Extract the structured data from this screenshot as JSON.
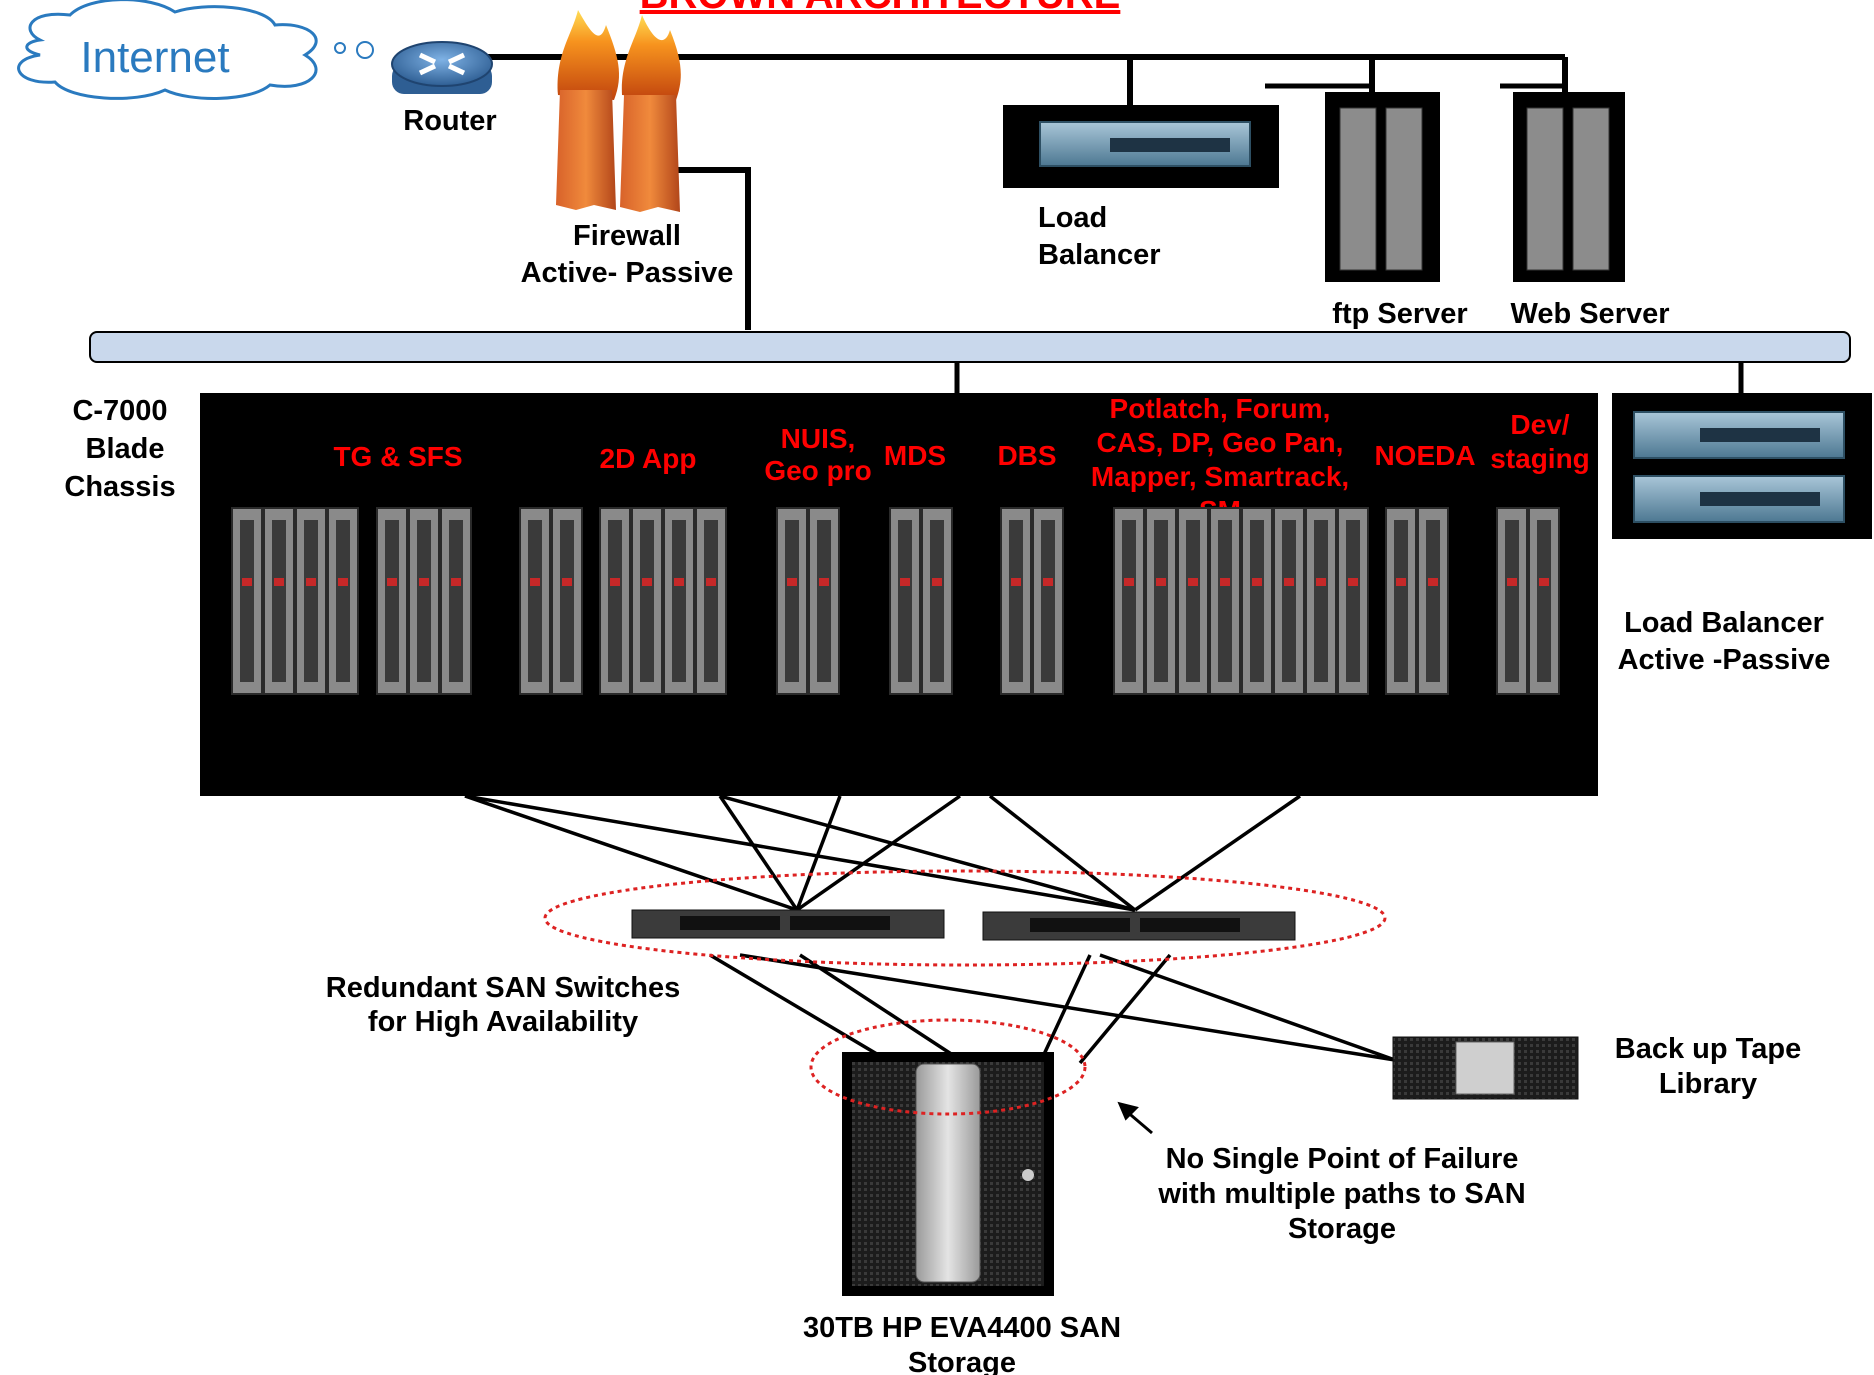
{
  "title": "BROWN ARCHITECTURE",
  "internet": "Internet",
  "router": "Router",
  "firewall": {
    "line1": "Firewall",
    "line2": "Active- Passive"
  },
  "load_balancer_top": {
    "line1": "Load",
    "line2": "Balancer"
  },
  "ftp_server": "ftp Server",
  "web_server": "Web Server",
  "chassis": {
    "line1": "C-7000",
    "line2": "Blade",
    "line3": "Chassis"
  },
  "blade_groups": [
    {
      "lines": [
        "TG & SFS"
      ]
    },
    {
      "lines": [
        "2D App"
      ]
    },
    {
      "lines": [
        "NUIS,",
        "Geo pro"
      ]
    },
    {
      "lines": [
        "MDS"
      ]
    },
    {
      "lines": [
        "DBS"
      ]
    },
    {
      "lines": [
        "Potlatch, Forum,",
        "CAS, DP, Geo Pan,",
        "Mapper, Smartrack,",
        "SM"
      ]
    },
    {
      "lines": [
        "NOEDA"
      ]
    },
    {
      "lines": [
        "Dev/",
        "staging"
      ]
    }
  ],
  "load_balancer_right": {
    "line1": "Load Balancer",
    "line2": "Active -Passive"
  },
  "san_switches": {
    "line1": "Redundant SAN Switches",
    "line2": "for High Availability"
  },
  "tape_library": {
    "line1": "Back up Tape",
    "line2": "Library"
  },
  "no_spof": {
    "line1": "No Single Point of Failure",
    "line2": "with multiple paths to SAN",
    "line3": "Storage"
  },
  "san_storage": {
    "line1": "30TB HP EVA4400 SAN",
    "line2": "Storage"
  },
  "colors": {
    "bus": "#c9d8ec",
    "label_red": "#ff0000",
    "internet_blue": "#2a7abf",
    "device_teal": "#6e9cb8"
  }
}
